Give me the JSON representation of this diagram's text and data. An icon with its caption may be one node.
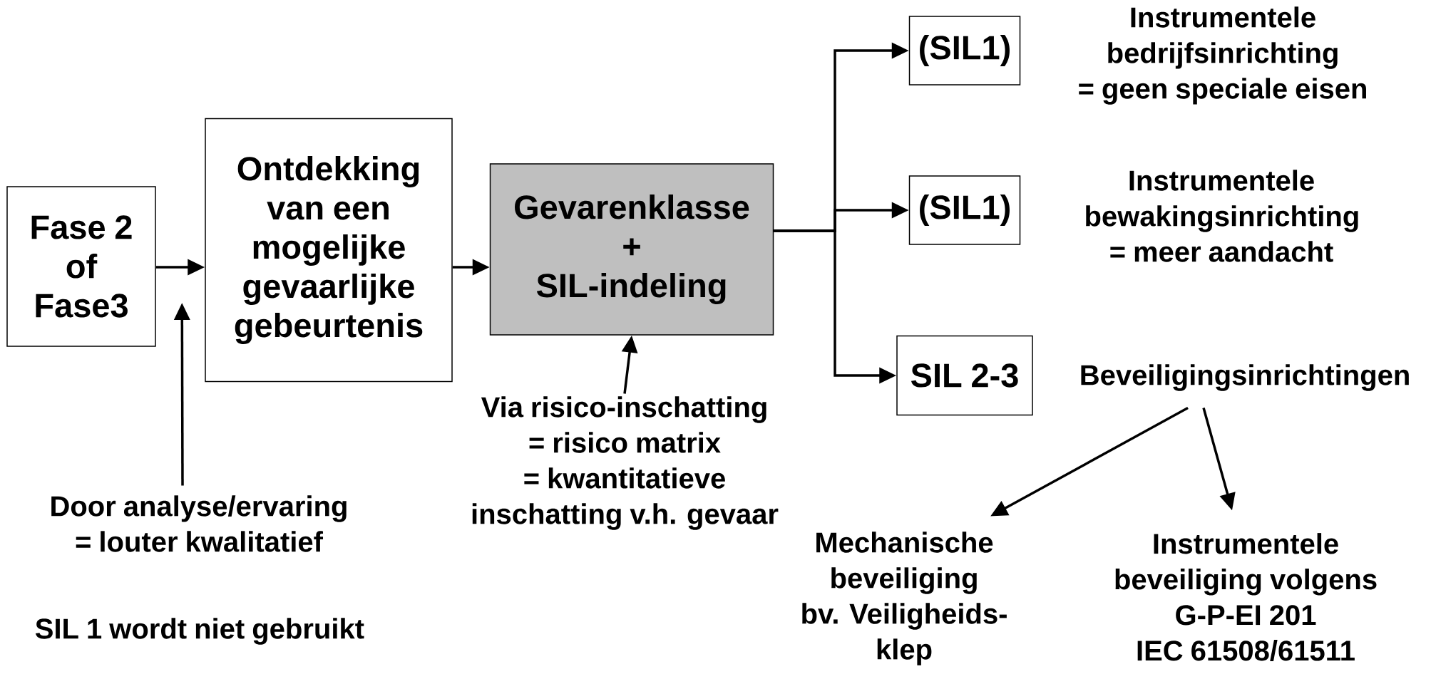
{
  "diagram": {
    "nodes": [
      {
        "text": [
          "Fase 2 of Fase3"
        ]
      },
      {
        "text": [
          "Ontdekking van een mogelijke gevaarlijke gebeurtenis"
        ]
      },
      {
        "text": [
          "Gevarenklasse",
          "+",
          "SIL-indeling"
        ]
      },
      {
        "text": [
          "(SIL1)"
        ],
        "beside": [
          "Instrumentele bedrijfsinrichting",
          "= geen speciale eisen"
        ]
      },
      {
        "text": [
          "(SIL1)"
        ],
        "beside": [
          "Instrumentele bewakingsinrichting = meer aandacht"
        ]
      },
      {
        "text": [
          "SIL 2-3"
        ]
      },
      {
        "text": [
          "Beveiligingsinrichtingen"
        ]
      },
      {
        "text": [
          "Door analyse/ervaring = louter kwalitatief"
        ]
      },
      {
        "text": [
          "Via risico-inschatting",
          "= risico matrix",
          "= kwantitatieve inschatting v.h. gevaar"
        ]
      },
      {
        "text": [
          "Mechanische",
          "beveiliging",
          "bv. Veiligheids-",
          "klep"
        ]
      },
      {
        "text": [
          "Instrumentele beveiliging volgens G-P-EI 201",
          "IEC 61508/61511"
        ]
      }
    ],
    "edges": [
      {
        "from": 0,
        "to": 1,
        "arrow": "to"
      },
      {
        "from": 1,
        "to": 2,
        "arrow": "to"
      },
      {
        "from": 2,
        "to": 3,
        "arrow": "to"
      },
      {
        "from": 2,
        "to": 4,
        "arrow": "to"
      },
      {
        "from": 2,
        "to": 5,
        "arrow": "to"
      },
      {
        "from": 7,
        "to": 1,
        "arrow": "to"
      },
      {
        "from": 8,
        "to": 2,
        "arrow": "to"
      },
      {
        "from": 6,
        "to": 9,
        "arrow": "to"
      },
      {
        "from": 6,
        "to": 10,
        "arrow": "to"
      }
    ],
    "labels": [
      "SIL 1 wordt niet gebruikt"
    ]
  }
}
